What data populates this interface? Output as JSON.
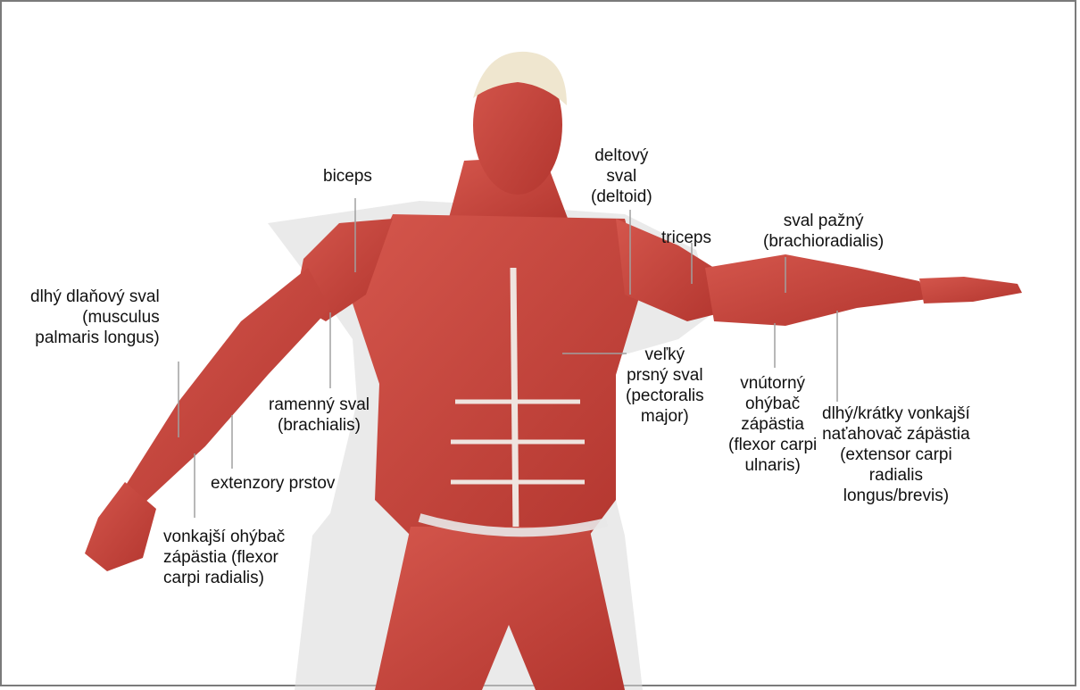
{
  "labels": {
    "biceps": "biceps",
    "deltoid": "deltový\nsval\n(deltoid)",
    "triceps": "triceps",
    "brachioradialis": "sval pažný\n(brachioradialis)",
    "palmaris_longus": "dlhý dlaňový sval\n(musculus\npalmaris longus)",
    "pectoralis_major": "veľký\nprsný sval\n(pectoralis\nmajor)",
    "brachialis": "ramenný sval\n(brachialis)",
    "flexor_carpi_ulnaris": "vnútorný\nohýbač\nzápästia\n(flexor carpi\nulnaris)",
    "extensor_carpi_radialis": "dlhý/krátky vonkajší\nnaťahovač zápästia\n(extensor carpi\nradialis\nlongus/brevis)",
    "extensors_fingers": "extenzory prstov",
    "flexor_carpi_radialis": "vonkajší ohýbač\nzápästia (flexor\ncarpi radialis)"
  },
  "colors": {
    "muscle": "#c9443c",
    "muscle_dark": "#a8302b",
    "tendon": "#efe4df",
    "skin_overlay": "#dcdcdc",
    "skull": "#efe6cf",
    "frame": "#7a7a7a"
  }
}
